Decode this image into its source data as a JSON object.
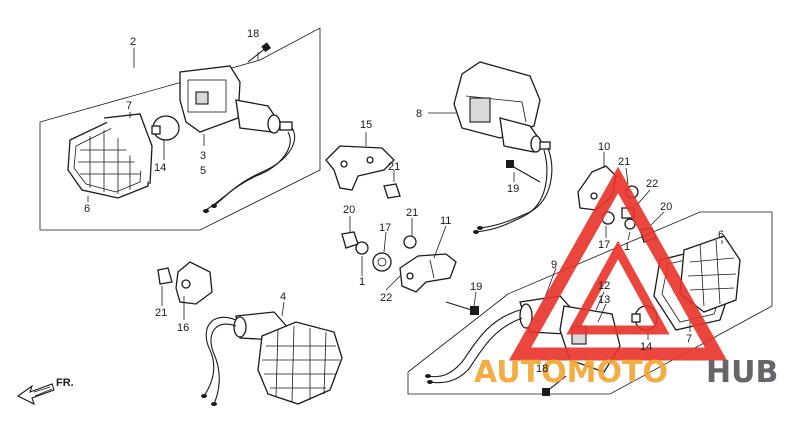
{
  "labels": {
    "p2": "2",
    "p18a": "18",
    "p7a": "7",
    "p14a": "14",
    "p3": "3",
    "p5": "5",
    "p6a": "6",
    "p15": "15",
    "p21a": "21",
    "p8": "8",
    "p19a": "19",
    "p10": "10",
    "p21b": "21",
    "p22a": "22",
    "p20a": "20",
    "p6b": "6",
    "p17a": "17",
    "p1a": "1",
    "p20b": "20",
    "p17b": "17",
    "p21c": "21",
    "p11": "11",
    "p1b": "1",
    "p22b": "22",
    "p19b": "19",
    "p4": "4",
    "p21d": "21",
    "p16": "16",
    "p9": "9",
    "p12": "12",
    "p13": "13",
    "p14b": "14",
    "p7b": "7",
    "p18b": "18"
  },
  "direction": {
    "text": "FR."
  },
  "watermark": {
    "part1": "AUTOMOTO",
    "part2": "HUB",
    "color_orange": "#f2a531",
    "color_dark": "#55555a",
    "color_red": "#e8332a"
  }
}
